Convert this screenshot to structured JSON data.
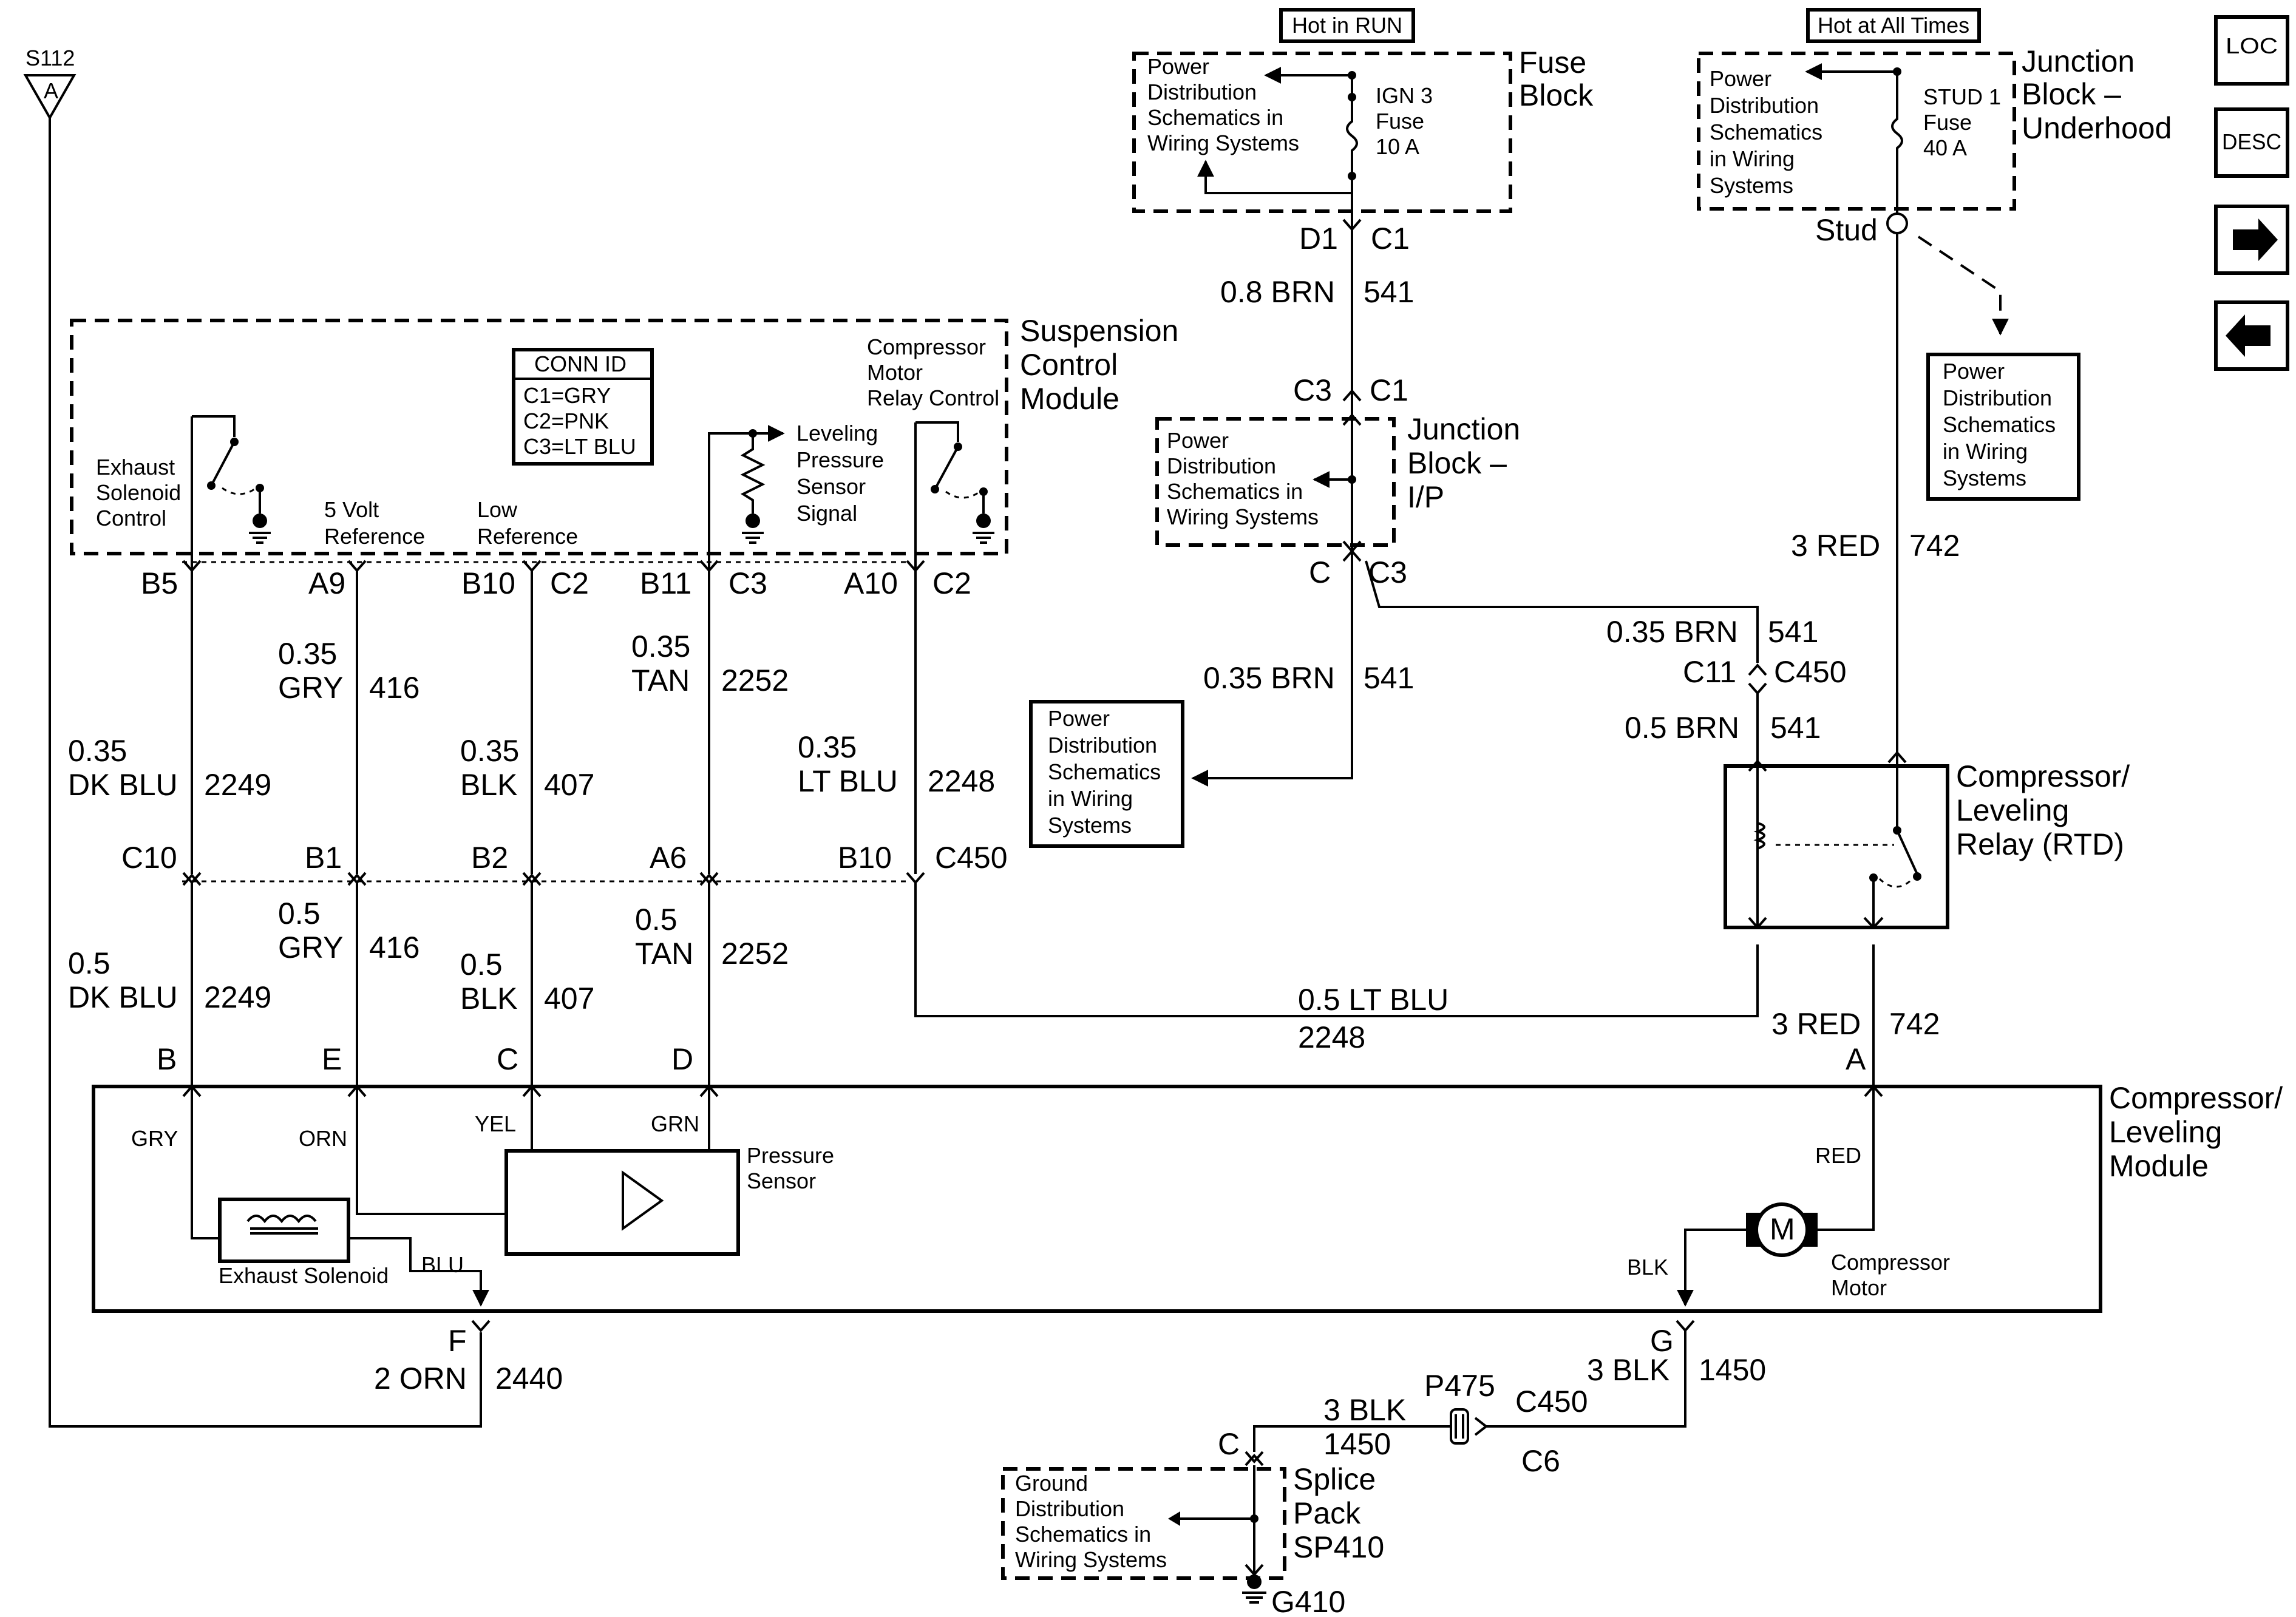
{
  "nav": {
    "loc_button": "LOC",
    "desc_button": "DESC",
    "next_icon": "arrow-right-icon",
    "prev_icon": "arrow-left-icon"
  },
  "top": {
    "hot_in_run": "Hot in RUN",
    "hot_at_all_times": "Hot at All Times"
  },
  "s112": {
    "id": "S112",
    "pin": "A"
  },
  "fuse_block": {
    "label_line1": "Fuse",
    "label_line2": "Block",
    "pds_lines": [
      "Power",
      "Distribution",
      "Schematics in",
      "Wiring Systems"
    ],
    "fuse_lines": [
      "IGN 3",
      "Fuse",
      "10 A"
    ],
    "conn_d1": "D1",
    "conn_c1": "C1"
  },
  "junction_underhood": {
    "label_lines": [
      "Junction",
      "Block –",
      "Underhood"
    ],
    "pds_lines": [
      "Power",
      "Distribution",
      "Schematics",
      "in Wiring",
      "Systems"
    ],
    "fuse_lines": [
      "STUD 1",
      "Fuse",
      "40 A"
    ],
    "stud": "Stud",
    "pds2_lines": [
      "Power",
      "Distribution",
      "Schematics",
      "in Wiring",
      "Systems"
    ]
  },
  "wires_top": {
    "brn_08": "0.8 BRN",
    "circuit_541": "541",
    "red_3": "3 RED",
    "circuit_742": "742"
  },
  "junction_ip": {
    "conn_c3": "C3",
    "conn_c1": "C1",
    "label_lines": [
      "Junction",
      "Block –",
      "I/P"
    ],
    "pds_lines": [
      "Power",
      "Distribution",
      "Schematics in",
      "Wiring Systems"
    ],
    "conn_c": "C",
    "conn_c3b": "C3"
  },
  "scm": {
    "label_lines": [
      "Suspension",
      "Control",
      "Module"
    ],
    "conn_id_title": "CONN ID",
    "conn_id_lines": [
      "C1=GRY",
      "C2=PNK",
      "C3=LT BLU"
    ],
    "exhaust_lines": [
      "Exhaust",
      "Solenoid",
      "Control"
    ],
    "five_volt_lines": [
      "5 Volt",
      "Reference"
    ],
    "low_ref_lines": [
      "Low",
      "Reference"
    ],
    "leveling_lines": [
      "Leveling",
      "Pressure",
      "Sensor",
      "Signal"
    ],
    "compressor_lines": [
      "Compressor",
      "Motor",
      "Relay Control"
    ],
    "pins": [
      "B5",
      "A9",
      "B10",
      "C2",
      "B11",
      "C3",
      "A10",
      "C2"
    ]
  },
  "mid_wires": {
    "w1": {
      "size": "0.35",
      "color": "DK BLU",
      "circuit": "2249"
    },
    "w2": {
      "size": "0.35",
      "color": "GRY",
      "circuit": "416"
    },
    "w3": {
      "size": "0.35",
      "color": "BLK",
      "circuit": "407"
    },
    "w4": {
      "size": "0.35",
      "color": "TAN",
      "circuit": "2252"
    },
    "w5": {
      "size": "0.35",
      "color": "LT BLU",
      "circuit": "2248"
    },
    "brn_a": "0.35 BRN",
    "brn_a_circuit": "541",
    "brn_b": "0.35 BRN",
    "brn_b_circuit": "541",
    "c11": "C11",
    "c450": "C450",
    "brn_05": "0.5 BRN",
    "brn_05_circuit": "541",
    "pds_lines": [
      "Power",
      "Distribution",
      "Schematics",
      "in Wiring",
      "Systems"
    ]
  },
  "c450_row": {
    "pins": [
      "C10",
      "B1",
      "B2",
      "A6",
      "B10"
    ],
    "conn": "C450"
  },
  "lower_wires": {
    "w1": {
      "size": "0.5",
      "color": "DK BLU",
      "circuit": "2249"
    },
    "w2": {
      "size": "0.5",
      "color": "GRY",
      "circuit": "416"
    },
    "w3": {
      "size": "0.5",
      "color": "BLK",
      "circuit": "407"
    },
    "w4": {
      "size": "0.5",
      "color": "TAN",
      "circuit": "2252"
    },
    "lt_blu": "0.5 LT BLU",
    "lt_blu_circuit": "2248",
    "red": "3 RED",
    "red_circuit": "742"
  },
  "relay": {
    "label_lines": [
      "Compressor/",
      "Leveling",
      "Relay (RTD)"
    ]
  },
  "module": {
    "label_lines": [
      "Compressor/",
      "Leveling",
      "Module"
    ],
    "pins": [
      "B",
      "E",
      "C",
      "D",
      "A"
    ],
    "wire_gry": "GRY",
    "wire_orn": "ORN",
    "wire_yel": "YEL",
    "wire_grn": "GRN",
    "wire_blu": "BLU",
    "wire_red": "RED",
    "wire_blk": "BLK",
    "pressure_lines": [
      "Pressure",
      "Sensor"
    ],
    "exhaust_solenoid": "Exhaust Solenoid",
    "motor_symbol": "M",
    "motor_lines": [
      "Compressor",
      "Motor"
    ]
  },
  "bottom": {
    "pin_f": "F",
    "orn": "2 ORN",
    "orn_circuit": "2440",
    "pin_g": "G",
    "blk_a": "3 BLK",
    "blk_a_circuit": "1450",
    "blk_b": "3 BLK",
    "blk_b_circuit": "1450",
    "p475": "P475",
    "c450": "C450",
    "c6": "C6",
    "pin_c": "C",
    "splice_lines": [
      "Splice",
      "Pack",
      "SP410"
    ],
    "ground_lines": [
      "Ground",
      "Distribution",
      "Schematics in",
      "Wiring Systems"
    ],
    "g410": "G410"
  }
}
